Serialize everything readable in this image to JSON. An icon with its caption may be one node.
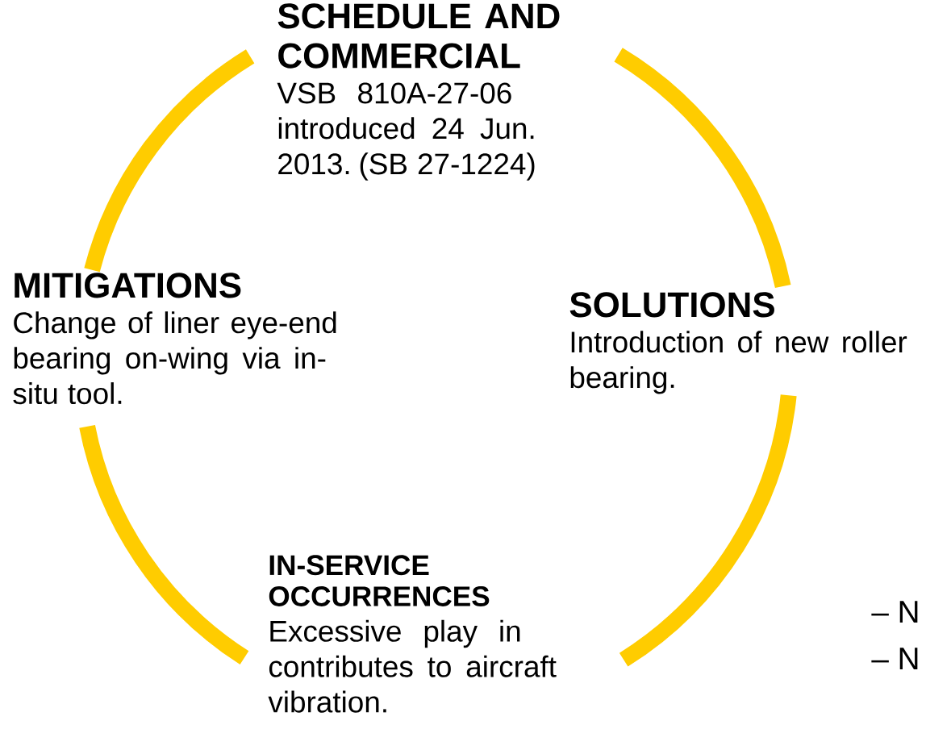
{
  "diagram": {
    "nodes": [
      {
        "text": [
          "SCHEDULE AND COMMERCIAL",
          "VSB 810A-27-06 introduced 24 Jun. 2013. (SB 27-1224)"
        ]
      },
      {
        "text": [
          "MITIGATIONS",
          "Change of liner eye-end bearing on-wing via in-situ tool."
        ]
      },
      {
        "text": [
          "SOLUTIONS",
          "Introduction of new roller bearing."
        ]
      },
      {
        "text": [
          "IN-SERVICE OCCURRENCES",
          "Excessive play in contributes to aircraft vibration."
        ]
      }
    ],
    "edges": [
      {
        "from": 1,
        "to": 0,
        "arrow": "none"
      },
      {
        "from": 0,
        "to": 2,
        "arrow": "none"
      },
      {
        "from": 2,
        "to": 3,
        "arrow": "none"
      },
      {
        "from": 3,
        "to": 1,
        "arrow": "none"
      }
    ],
    "labels": [
      "– N",
      "– N"
    ]
  }
}
